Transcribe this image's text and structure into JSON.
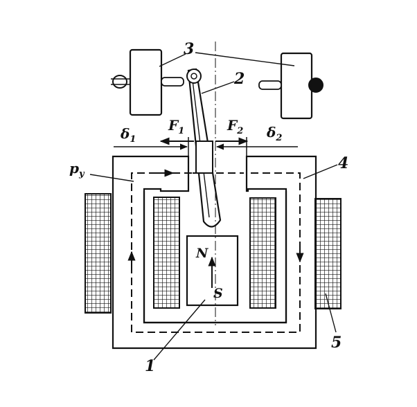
{
  "labels": {
    "n1": "1",
    "n2": "2",
    "n3": "3",
    "n4": "4",
    "n5": "5",
    "gap1_sym": "δ",
    "gap1_sub": "1",
    "gap2_sym": "δ",
    "gap2_sub": "2",
    "force1_sym": "F",
    "force1_sub": "1",
    "force2_sym": "F",
    "force2_sub": "2",
    "flux_sym": "p",
    "flux_sub": "у",
    "pole_n": "N",
    "pole_s": "S"
  },
  "colors": {
    "ink": "#111111",
    "paper": "#ffffff"
  }
}
